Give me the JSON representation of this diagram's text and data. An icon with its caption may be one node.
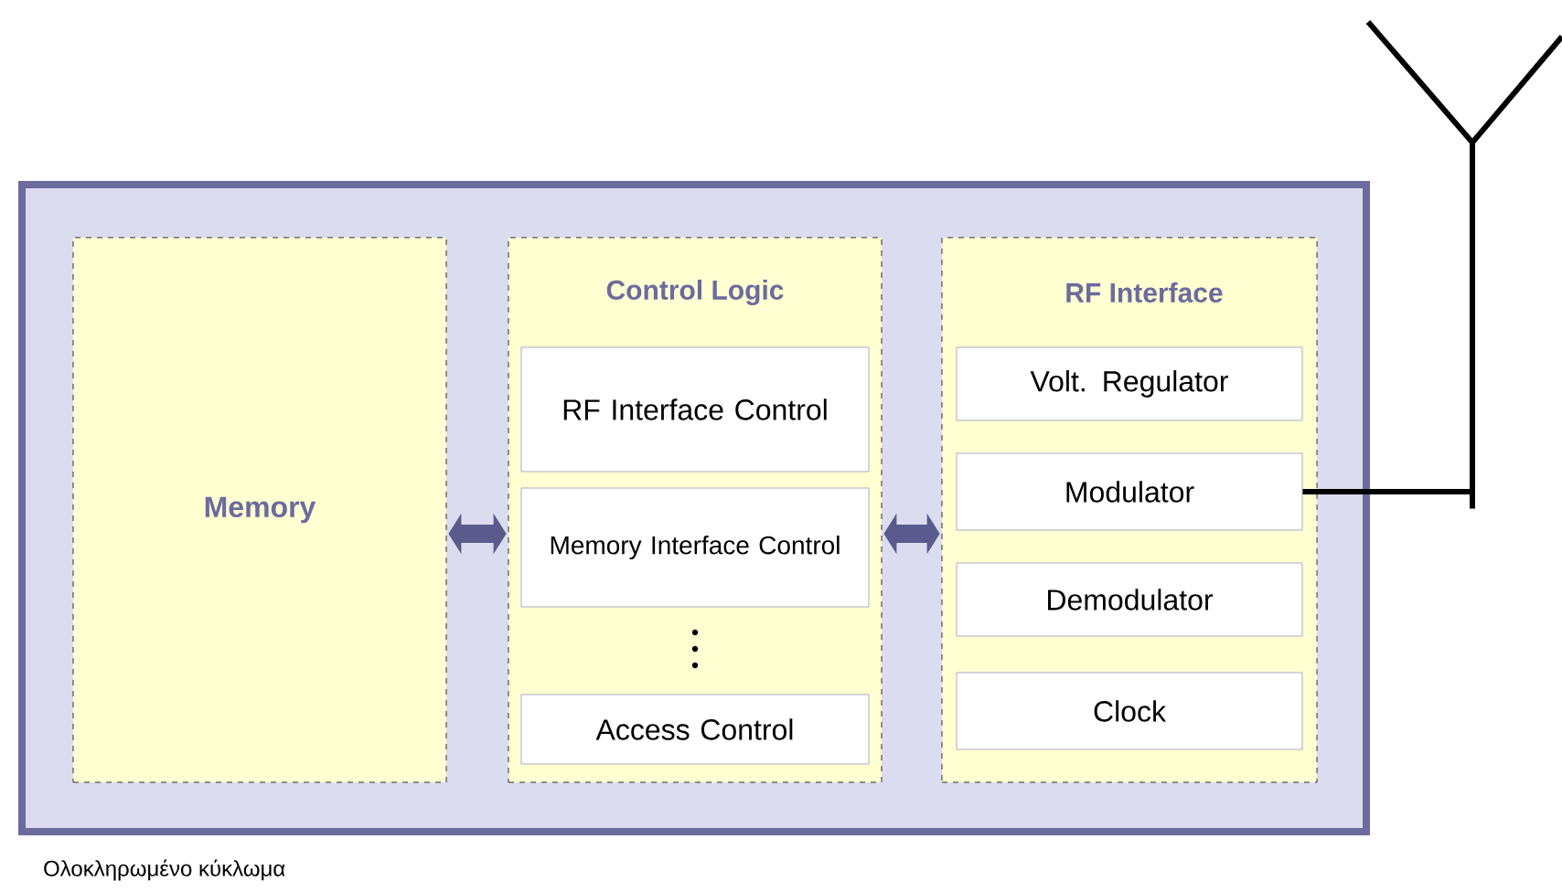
{
  "diagram": {
    "nodes": [
      {
        "text": [
          "Ολοκληρωμένο κύκλωμα"
        ]
      },
      {
        "text": [
          "Memory"
        ],
        "in": 0
      },
      {
        "text": [
          "Control Logic"
        ],
        "in": 0
      },
      {
        "text": [
          "RF Interface Control"
        ],
        "in": 2
      },
      {
        "text": [
          "Memory Interface Control"
        ],
        "in": 2
      },
      {
        "text": [
          "Access Control"
        ],
        "in": 2
      },
      {
        "text": [
          "RF Interface"
        ],
        "in": 0
      },
      {
        "text": [
          "Volt. Regulator"
        ],
        "in": 6
      },
      {
        "text": [
          "Modulator"
        ],
        "in": 6
      },
      {
        "text": [
          "Demodulator"
        ],
        "in": 6
      },
      {
        "text": [
          "Clock"
        ],
        "in": 6
      },
      {
        "text": [],
        "shape": "antenna"
      }
    ],
    "edges": [
      {
        "from": 1,
        "to": 2,
        "arrow": "both"
      },
      {
        "from": 2,
        "to": 6,
        "arrow": "both"
      },
      {
        "from": 8,
        "to": 11,
        "arrow": "none",
        "color": "#000000"
      }
    ]
  }
}
